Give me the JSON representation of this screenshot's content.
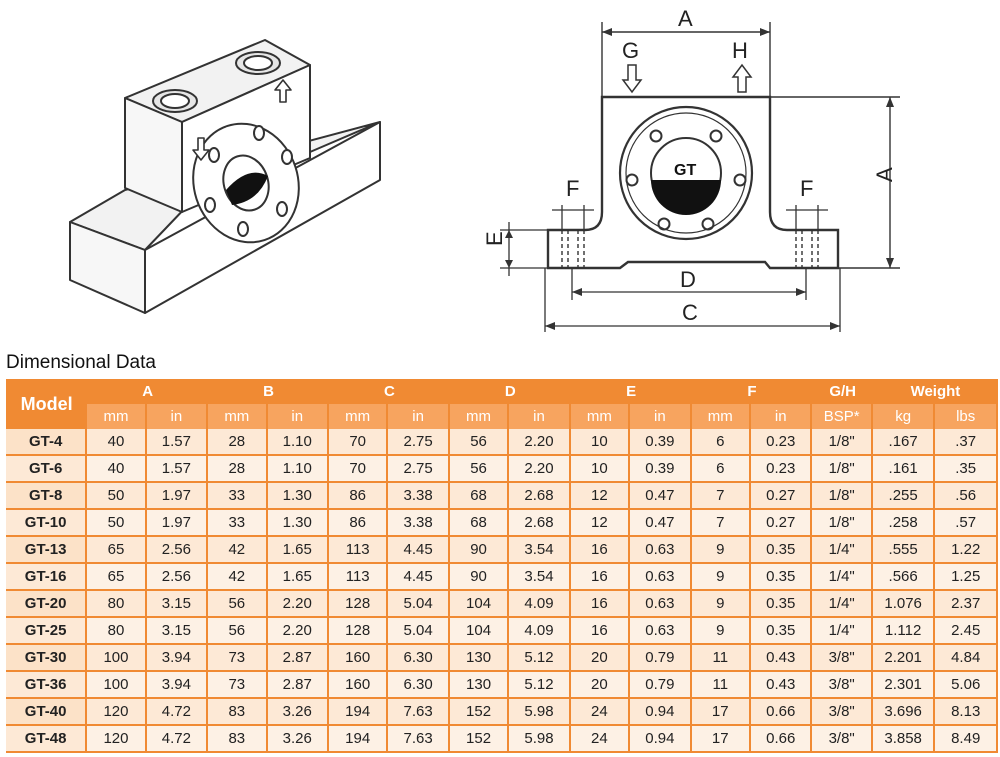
{
  "diagram": {
    "iso_view": {},
    "front_view": {
      "labels": {
        "a_top": "A",
        "a_side": "A",
        "g": "G",
        "h": "H",
        "f_left": "F",
        "f_right": "F",
        "e": "E",
        "d": "D",
        "c": "C",
        "logo": "GT"
      }
    }
  },
  "section_title": "Dimensional Data",
  "table": {
    "model_header": "Model",
    "groups": [
      {
        "label": "A",
        "units": [
          "mm",
          "in"
        ]
      },
      {
        "label": "B",
        "units": [
          "mm",
          "in"
        ]
      },
      {
        "label": "C",
        "units": [
          "mm",
          "in"
        ]
      },
      {
        "label": "D",
        "units": [
          "mm",
          "in"
        ]
      },
      {
        "label": "E",
        "units": [
          "mm",
          "in"
        ]
      },
      {
        "label": "F",
        "units": [
          "mm",
          "in"
        ]
      },
      {
        "label": "G/H",
        "units": [
          "BSP*"
        ]
      },
      {
        "label": "Weight",
        "units": [
          "kg",
          "lbs"
        ]
      }
    ],
    "rows": [
      [
        "GT-4",
        "40",
        "1.57",
        "28",
        "1.10",
        "70",
        "2.75",
        "56",
        "2.20",
        "10",
        "0.39",
        "6",
        "0.23",
        "1/8\"",
        ".167",
        ".37"
      ],
      [
        "GT-6",
        "40",
        "1.57",
        "28",
        "1.10",
        "70",
        "2.75",
        "56",
        "2.20",
        "10",
        "0.39",
        "6",
        "0.23",
        "1/8\"",
        ".161",
        ".35"
      ],
      [
        "GT-8",
        "50",
        "1.97",
        "33",
        "1.30",
        "86",
        "3.38",
        "68",
        "2.68",
        "12",
        "0.47",
        "7",
        "0.27",
        "1/8\"",
        ".255",
        ".56"
      ],
      [
        "GT-10",
        "50",
        "1.97",
        "33",
        "1.30",
        "86",
        "3.38",
        "68",
        "2.68",
        "12",
        "0.47",
        "7",
        "0.27",
        "1/8\"",
        ".258",
        ".57"
      ],
      [
        "GT-13",
        "65",
        "2.56",
        "42",
        "1.65",
        "113",
        "4.45",
        "90",
        "3.54",
        "16",
        "0.63",
        "9",
        "0.35",
        "1/4\"",
        ".555",
        "1.22"
      ],
      [
        "GT-16",
        "65",
        "2.56",
        "42",
        "1.65",
        "113",
        "4.45",
        "90",
        "3.54",
        "16",
        "0.63",
        "9",
        "0.35",
        "1/4\"",
        ".566",
        "1.25"
      ],
      [
        "GT-20",
        "80",
        "3.15",
        "56",
        "2.20",
        "128",
        "5.04",
        "104",
        "4.09",
        "16",
        "0.63",
        "9",
        "0.35",
        "1/4\"",
        "1.076",
        "2.37"
      ],
      [
        "GT-25",
        "80",
        "3.15",
        "56",
        "2.20",
        "128",
        "5.04",
        "104",
        "4.09",
        "16",
        "0.63",
        "9",
        "0.35",
        "1/4\"",
        "1.112",
        "2.45"
      ],
      [
        "GT-30",
        "100",
        "3.94",
        "73",
        "2.87",
        "160",
        "6.30",
        "130",
        "5.12",
        "20",
        "0.79",
        "11",
        "0.43",
        "3/8\"",
        "2.201",
        "4.84"
      ],
      [
        "GT-36",
        "100",
        "3.94",
        "73",
        "2.87",
        "160",
        "6.30",
        "130",
        "5.12",
        "20",
        "0.79",
        "11",
        "0.43",
        "3/8\"",
        "2.301",
        "5.06"
      ],
      [
        "GT-40",
        "120",
        "4.72",
        "83",
        "3.26",
        "194",
        "7.63",
        "152",
        "5.98",
        "24",
        "0.94",
        "17",
        "0.66",
        "3/8\"",
        "3.696",
        "8.13"
      ],
      [
        "GT-48",
        "120",
        "4.72",
        "83",
        "3.26",
        "194",
        "7.63",
        "152",
        "5.98",
        "24",
        "0.94",
        "17",
        "0.66",
        "3/8\"",
        "3.858",
        "8.49"
      ]
    ]
  },
  "colors": {
    "header_dark": "#f08a33",
    "header_light": "#f7a45f",
    "row": "#fde9d6",
    "row_alt": "#fdf1e5"
  }
}
